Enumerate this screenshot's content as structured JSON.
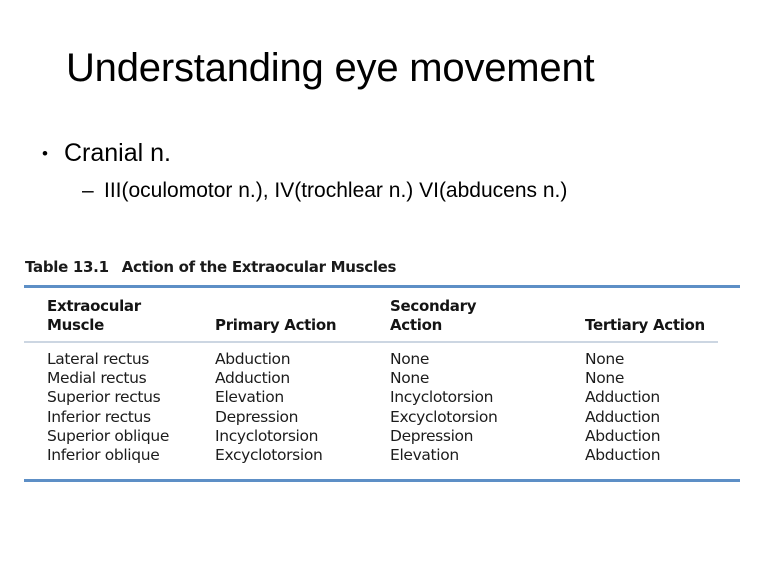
{
  "slide": {
    "title": "Understanding eye movement"
  },
  "bullets": {
    "level1": {
      "marker": "•",
      "text": "Cranial n."
    },
    "level2": {
      "marker": "–",
      "text": "III(oculomotor n.), IV(trochlear n.) VI(abducens n.)"
    }
  },
  "table": {
    "caption_number": "Table 13.1",
    "caption_title": "Action of the Extraocular Muscles",
    "headers": [
      "Extraocular\nMuscle",
      "Primary Action",
      "Secondary\nAction",
      "Tertiary Action"
    ],
    "rows": [
      [
        "Lateral rectus",
        "Abduction",
        "None",
        "None"
      ],
      [
        "Medial rectus",
        "Adduction",
        "None",
        "None"
      ],
      [
        "Superior rectus",
        "Elevation",
        "Incyclotorsion",
        "Adduction"
      ],
      [
        "Inferior rectus",
        "Depression",
        "Excyclotorsion",
        "Adduction"
      ],
      [
        "Superior oblique",
        "Incyclotorsion",
        "Depression",
        "Abduction"
      ],
      [
        "Inferior oblique",
        "Excyclotorsion",
        "Elevation",
        "Abduction"
      ]
    ]
  },
  "colors": {
    "rule_blue": "#5d8fc6",
    "rule_gray": "#ccd6e2",
    "text_black": "#000000",
    "background": "#ffffff"
  }
}
